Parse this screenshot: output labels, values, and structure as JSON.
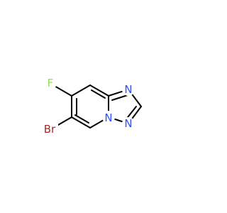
{
  "molecule": {
    "atoms": {
      "fluorine": {
        "label": "F",
        "color": "#90E050"
      },
      "bromine": {
        "label": "Br",
        "color": "#A62929"
      },
      "n_bridge": {
        "label": "N",
        "color": "#3050F8"
      },
      "n_top": {
        "label": "N",
        "color": "#3050F8"
      },
      "n_bottom": {
        "label": "N",
        "color": "#3050F8"
      }
    },
    "bond_color": "#000000"
  }
}
